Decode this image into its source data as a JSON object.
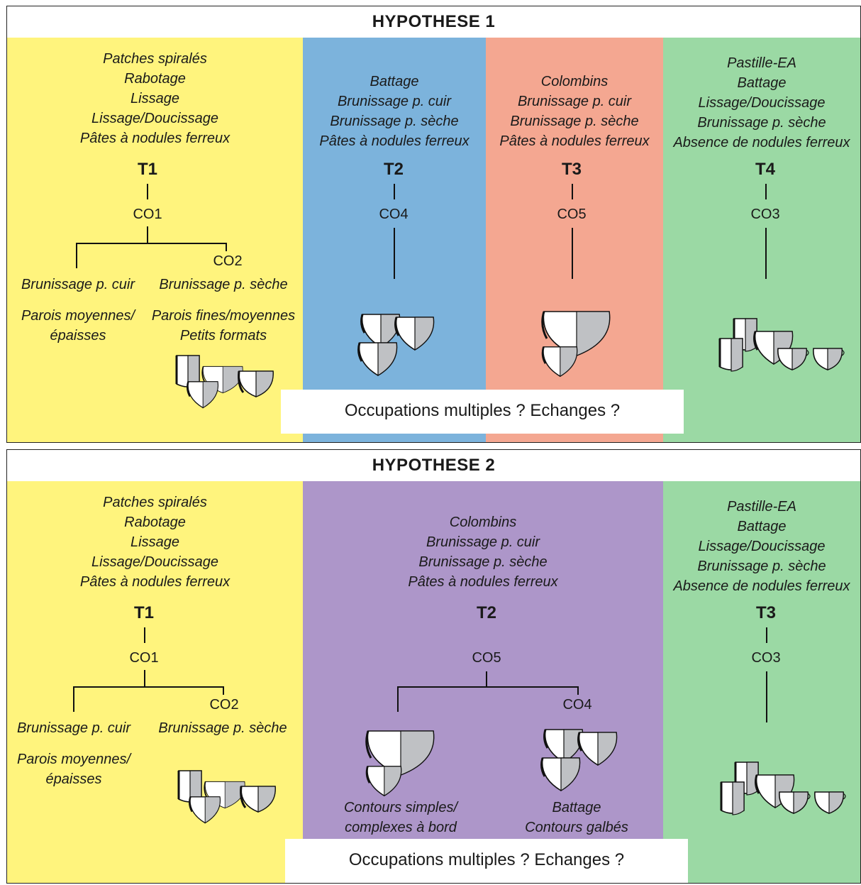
{
  "colors": {
    "yellow": "#fff47d",
    "blue": "#7cb3dc",
    "salmon": "#f4a791",
    "green": "#9bd9a4",
    "purple": "#ad96c9",
    "pot_gray": "#bfc1c4"
  },
  "hyp1": {
    "title": "HYPOTHESE 1",
    "bubble": "Occupations multiples ? Echanges ?",
    "col1": {
      "features": [
        "Patches spiralés",
        "Rabotage",
        "Lissage",
        "Lissage/Doucissage",
        "Pâtes à nodules ferreux"
      ],
      "t": "T1",
      "co": "CO1",
      "co_sub": "CO2",
      "left_note": [
        "Brunissage p. cuir",
        "Parois moyennes/",
        "épaisses"
      ],
      "right_note": [
        "Brunissage p. sèche",
        "Parois fines/moyennes",
        "Petits formats"
      ]
    },
    "col2": {
      "features": [
        "Battage",
        "Brunissage p. cuir",
        "Brunissage p. sèche",
        "Pâtes à nodules ferreux"
      ],
      "t": "T2",
      "co": "CO4"
    },
    "col3": {
      "features": [
        "Colombins",
        "Brunissage p. cuir",
        "Brunissage p. sèche",
        "Pâtes à nodules ferreux"
      ],
      "t": "T3",
      "co": "CO5"
    },
    "col4": {
      "features": [
        "Pastille-EA",
        "Battage",
        "Lissage/Doucissage",
        "Brunissage p. sèche",
        "Absence de nodules ferreux"
      ],
      "t": "T4",
      "co": "CO3"
    }
  },
  "hyp2": {
    "title": "HYPOTHESE 2",
    "bubble": "Occupations multiples ? Echanges ?",
    "col1": {
      "features": [
        "Patches spiralés",
        "Rabotage",
        "Lissage",
        "Lissage/Doucissage",
        "Pâtes à nodules ferreux"
      ],
      "t": "T1",
      "co": "CO1",
      "co_sub": "CO2",
      "left_note": [
        "Brunissage p. cuir",
        "Parois moyennes/",
        "épaisses"
      ],
      "right_note": [
        "Brunissage p. sèche"
      ]
    },
    "col2": {
      "features": [
        "Colombins",
        "Brunissage p. cuir",
        "Brunissage p. sèche",
        "Pâtes à nodules ferreux"
      ],
      "t": "T2",
      "co": "CO5",
      "co_sub": "CO4",
      "left_note": [
        "Contours simples/",
        "complexes à bord"
      ],
      "right_note": [
        "Battage",
        "Contours galbés"
      ]
    },
    "col3": {
      "features": [
        "Pastille-EA",
        "Battage",
        "Lissage/Doucissage",
        "Brunissage p. sèche",
        "Absence de nodules ferreux"
      ],
      "t": "T3",
      "co": "CO3"
    }
  }
}
